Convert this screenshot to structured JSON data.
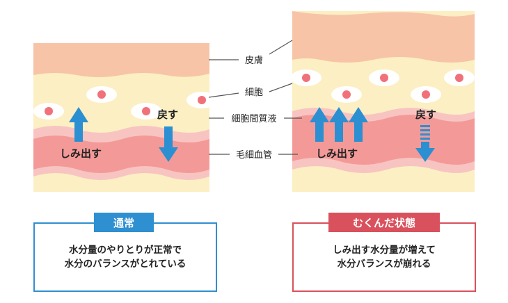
{
  "labels": {
    "skin": "皮膚",
    "cell": "細胞",
    "interstitial_fluid": "細胞間質液",
    "capillary": "毛細血管"
  },
  "normal": {
    "seep_label": "しみ出す",
    "return_label": "戻す",
    "title": "通常",
    "description_line1": "水分量のやりとりが正常で",
    "description_line2": "水分のバランスがとれている"
  },
  "swollen": {
    "seep_label": "しみ出す",
    "return_label": "戻す",
    "title": "むくんだ状態",
    "description_line1": "しみ出す水分量が増えて",
    "description_line2": "水分バランスが崩れる"
  },
  "colors": {
    "skin": "#f7c4a8",
    "interstitial": "#fbefc3",
    "capillary": "#f39a98",
    "capillary_light": "#f8c4c1",
    "cell_nucleus": "#f0717a",
    "arrow": "#2b8fd2",
    "normal_accent": "#2e8fd1",
    "swollen_accent": "#d9515c",
    "leader_line": "#555555"
  },
  "icons": {
    "arrow_up": "arrow-up-icon",
    "arrow_down": "arrow-down-icon",
    "dashed_arrow_down": "dashed-arrow-down-icon"
  }
}
